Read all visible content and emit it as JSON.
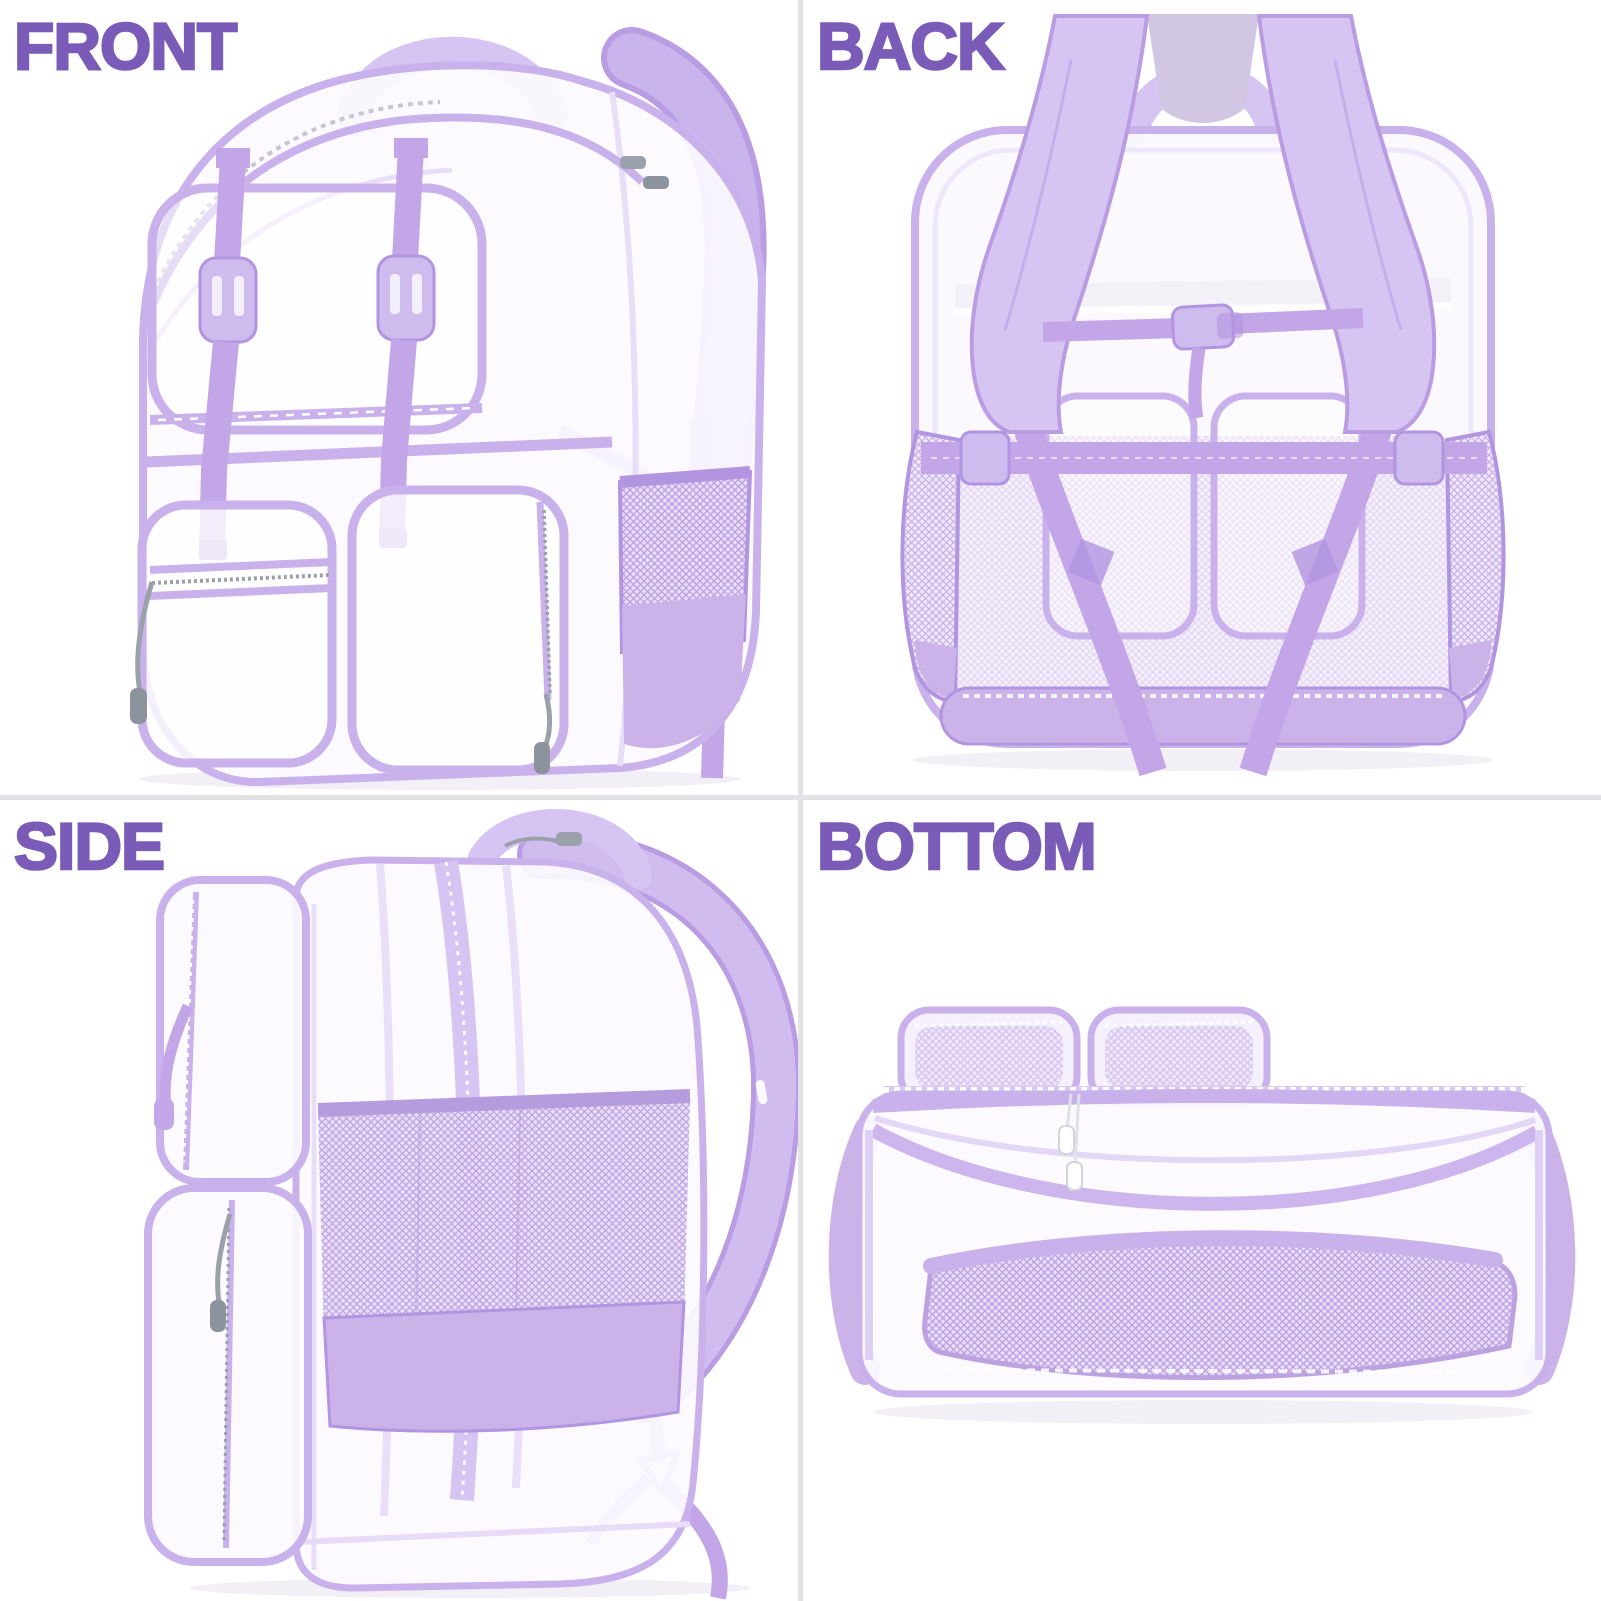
{
  "page": {
    "background": "#ffffff",
    "divider_color": "#e3e2e6",
    "layout": "2x2 product view collage"
  },
  "palette": {
    "label_purple": "#7a5cb8",
    "trim": "#c9b2ec",
    "trim_dark": "#b295e0",
    "strap_pad": "#d6c5f2",
    "webbing": "#c2a6e8",
    "mesh_line": "#bb9de2",
    "mesh_bg": "#e8ddf7",
    "solid_panel": "#cbb3ea",
    "vinyl": "#fcfaff",
    "vinyl_edge": "#e9def8",
    "silver": "#9ba1ab",
    "white": "#ffffff"
  },
  "views": [
    {
      "id": "front",
      "label": "FRONT",
      "alt": "Clear lavender backpack, front view with buckled straps and two zip pockets"
    },
    {
      "id": "back",
      "label": "BACK",
      "alt": "Clear lavender backpack, back view with padded shoulder straps and sternum buckle"
    },
    {
      "id": "side",
      "label": "SIDE",
      "alt": "Clear lavender backpack, side profile view with mesh pocket and shoulder strap"
    },
    {
      "id": "bottom",
      "label": "BOTTOM",
      "alt": "Clear lavender backpack, bottom view with mesh base and zipper pulls"
    }
  ]
}
